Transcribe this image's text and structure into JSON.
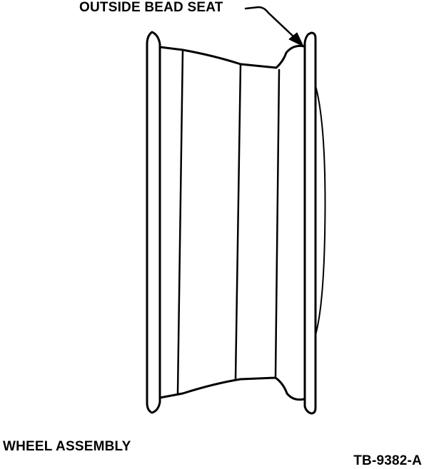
{
  "callout": {
    "label": "OUTSIDE BEAD SEAT"
  },
  "caption": "WHEEL ASSEMBLY",
  "figure_id": "TB-9382-A",
  "colors": {
    "ink": "#000000",
    "paper": "#ffffff"
  }
}
